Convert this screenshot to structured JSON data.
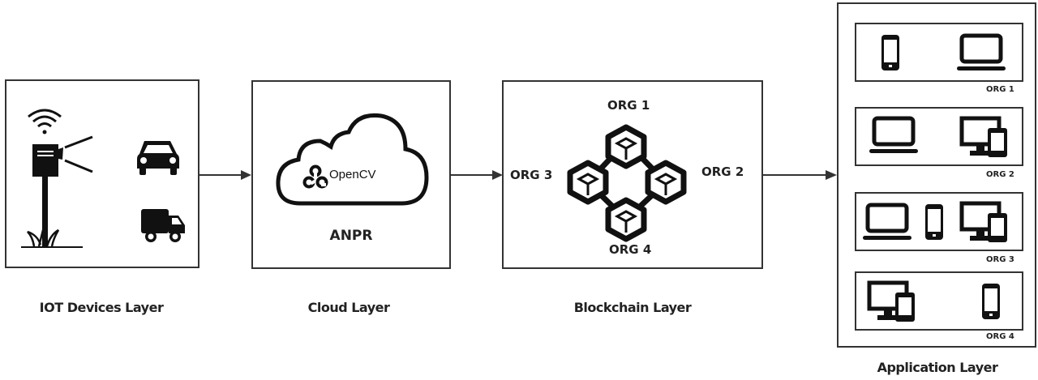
{
  "layers": {
    "iot": {
      "label": "IOT Devices Layer",
      "icons": [
        "wifi-icon",
        "speed-camera-icon",
        "car-icon",
        "truck-icon"
      ]
    },
    "cloud": {
      "label": "Cloud Layer",
      "logo_text": "OpenCV",
      "caption": "ANPR"
    },
    "blockchain": {
      "label": "Blockchain Layer",
      "orgs": [
        "ORG 1",
        "ORG 2",
        "ORG 3",
        "ORG 4"
      ]
    },
    "application": {
      "label": "Application Layer",
      "orgs": [
        {
          "label": "ORG 1",
          "devices": [
            "phone",
            "laptop"
          ]
        },
        {
          "label": "ORG 2",
          "devices": [
            "laptop",
            "desktop-phone"
          ]
        },
        {
          "label": "ORG 3",
          "devices": [
            "laptop",
            "phone",
            "desktop-phone"
          ]
        },
        {
          "label": "ORG 4",
          "devices": [
            "desktop-phone",
            "phone"
          ]
        }
      ]
    }
  },
  "colors": {
    "stroke": "#333333",
    "icon": "#111111",
    "background": "#ffffff"
  }
}
